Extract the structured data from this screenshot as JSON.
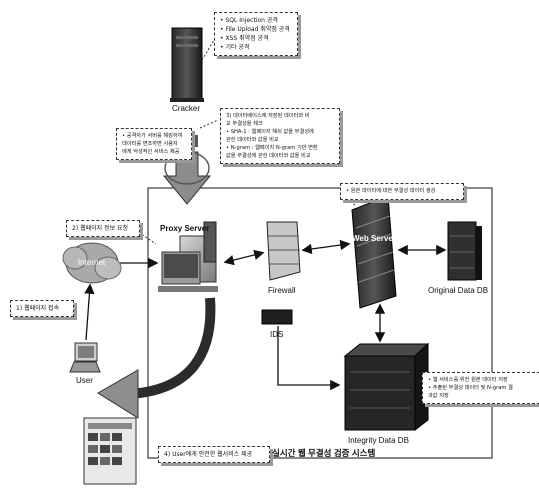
{
  "labels": {
    "cracker": "Cracker",
    "proxy": "Proxy Server",
    "internet": "Internet",
    "user": "User",
    "firewall": "Firewall",
    "ids": "IDS",
    "web_server": "Web Server",
    "original_db": "Original Data DB",
    "integrity_db": "Integrity Data DB",
    "system_title": "실시간 웹 무결성 검증 시스템"
  },
  "notes": {
    "attacks": [
      "• SQL Injection 공격",
      "• File Upload 취약점 공격",
      "• XSS 취약점 공격",
      "• 기타 공격"
    ],
    "cracker_effect": [
      "• 공격자가 서버를 해킹하여",
      "데이터를 변조하면 사용자",
      "에게 악성적인 서비스 제공"
    ],
    "step1": "1) 웹페이지 접속",
    "step2": "2) 웹페이지 정보 요청",
    "step3": [
      "3) 데이터베이스에 저장된 데이터와 비",
      "교 무결성을 체크",
      "• SHA-1 : 웹페이지 해쉬 값을 무결성에",
      "  관한 데이터와 값을 비교",
      "• N-gram : 웹페이지 N-gram 기반 변환",
      "  값을 무결성에 관한 데이터와 값을 비교"
    ],
    "step4": "4) User에게 안전한 웹서비스 제공",
    "webserver_note": "• 원본 데이터에 대한 무결성 데이터 생성",
    "integrity_note": [
      "• 웹 서비스를 위한 원본 데이터 저장",
      "• 추출된 무결성 데이터 및 N-gram 결",
      "  과값 저장"
    ]
  }
}
